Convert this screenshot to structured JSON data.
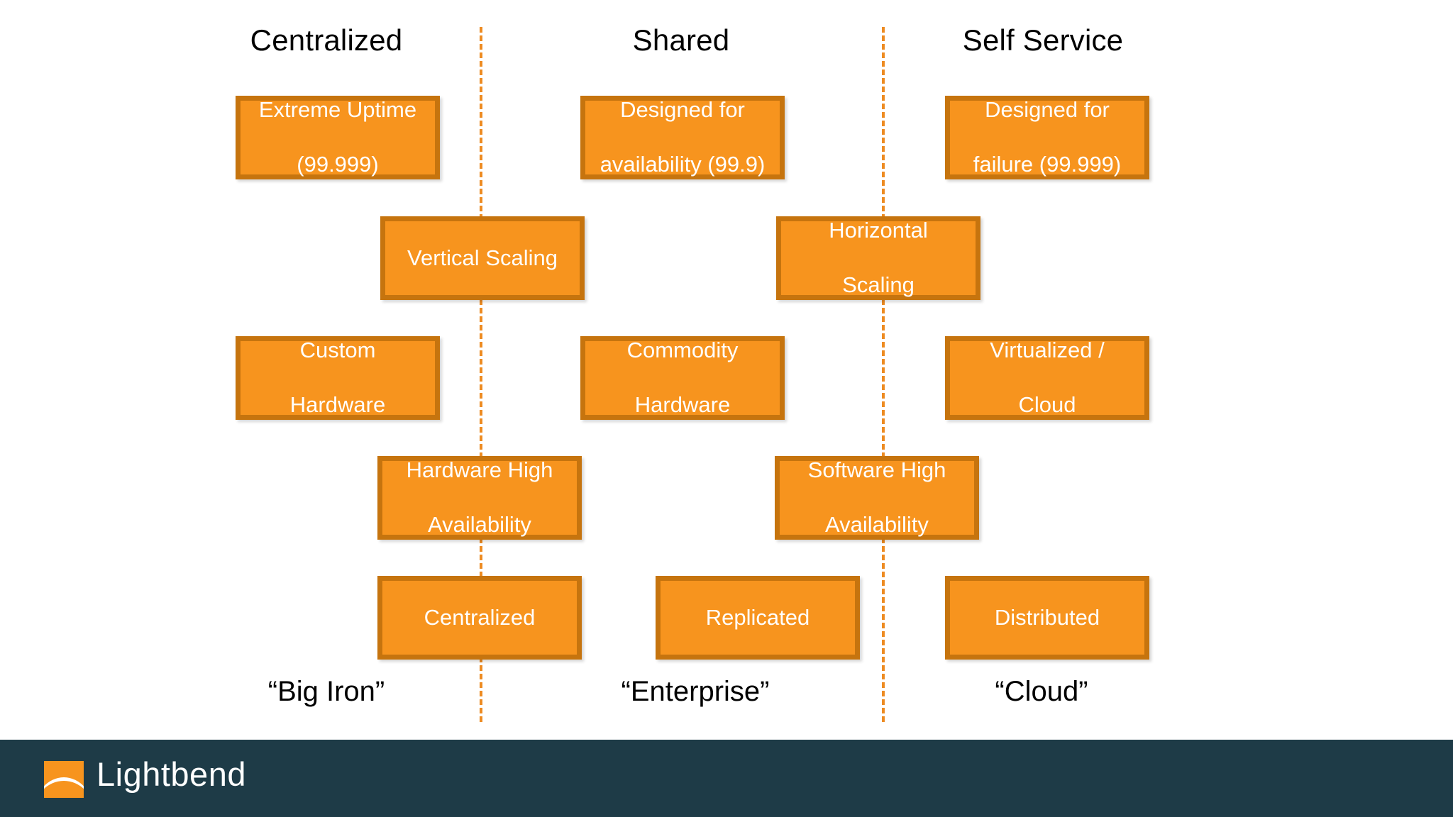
{
  "slide": {
    "background_color": "#FFFFFF",
    "columns": [
      {
        "id": "centralized",
        "label": "Centralized",
        "footer_label": "“Big Iron”"
      },
      {
        "id": "shared",
        "label": "Shared",
        "footer_label": "“Enterprise”"
      },
      {
        "id": "self-service",
        "label": "Self Service",
        "footer_label": "“Cloud”"
      }
    ],
    "boxes": [
      {
        "id": "extreme-uptime",
        "line1": "Extreme Uptime",
        "line2": "(99.999)"
      },
      {
        "id": "designed-availability",
        "line1": "Designed for",
        "line2": "availability (99.9)"
      },
      {
        "id": "designed-failure",
        "line1": "Designed for",
        "line2": "failure (99.999)"
      },
      {
        "id": "vertical-scaling",
        "line1": "Vertical Scaling",
        "line2": ""
      },
      {
        "id": "horizontal-scaling",
        "line1": "Horizontal",
        "line2": "Scaling"
      },
      {
        "id": "custom-hardware",
        "line1": "Custom",
        "line2": "Hardware"
      },
      {
        "id": "commodity-hardware",
        "line1": "Commodity",
        "line2": "Hardware"
      },
      {
        "id": "virtualized-cloud",
        "line1": "Virtualized /",
        "line2": "Cloud"
      },
      {
        "id": "hardware-ha",
        "line1": "Hardware High",
        "line2": "Availability"
      },
      {
        "id": "software-ha",
        "line1": "Software High",
        "line2": "Availability"
      },
      {
        "id": "centralized-data",
        "line1": "Centralized",
        "line2": ""
      },
      {
        "id": "replicated-data",
        "line1": "Replicated",
        "line2": ""
      },
      {
        "id": "distributed-data",
        "line1": "Distributed",
        "line2": ""
      }
    ],
    "colors": {
      "box_fill": "#F7941E",
      "box_border": "#C6740E",
      "box_text": "#FFFFFF",
      "divider": "#ED8B22",
      "header_text": "#000000",
      "footer_bar": "#1E3B47",
      "logo_mark": "#F7941E",
      "logo_text": "#FFFFFF"
    }
  },
  "footer": {
    "brand": "Lightbend",
    "logo_icon": "lightbend-logo-icon"
  }
}
